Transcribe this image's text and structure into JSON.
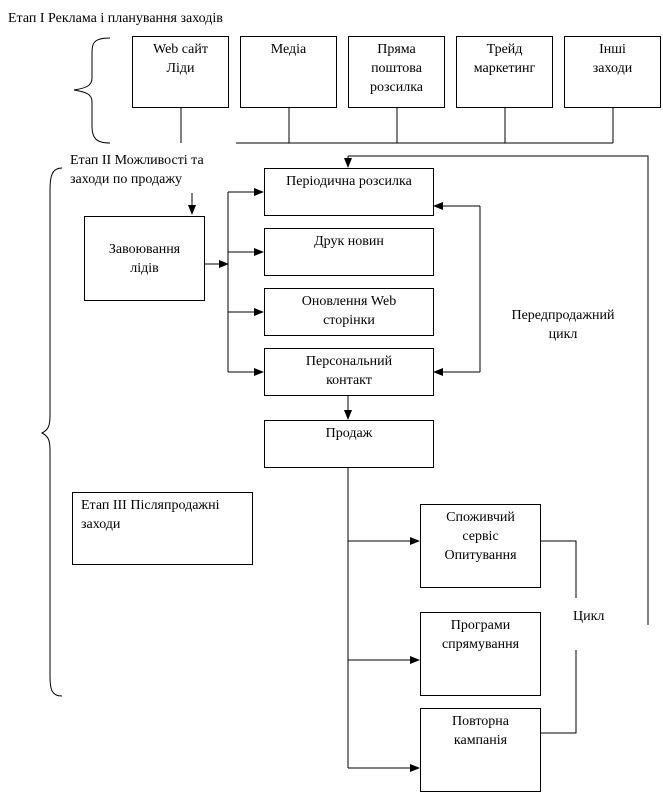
{
  "stage1": {
    "title": "Етап I Реклама і планування заходів",
    "boxes": [
      [
        "Web сайт",
        "Ліди"
      ],
      [
        "Медіа"
      ],
      [
        "Пряма",
        "поштова",
        "розсилка"
      ],
      [
        "Трейд",
        "маркетинг"
      ],
      [
        "Інші",
        "заходи"
      ]
    ]
  },
  "stage2": {
    "title": [
      "Етап II Можливості та",
      "заходи по продажу"
    ],
    "lead_box": [
      "Завоювання",
      "лідів"
    ],
    "activities": [
      [
        "Періодична розсилка"
      ],
      [
        "Друк новин"
      ],
      [
        "Оновлення Web",
        "сторінки"
      ],
      [
        "Персональний",
        "контакт"
      ]
    ],
    "sale": "Продаж",
    "cycle_label": [
      "Передпродажний",
      "цикл"
    ]
  },
  "stage3": {
    "title": [
      "Етап III Післяпродажні",
      "заходи"
    ],
    "boxes": [
      [
        "Споживчий",
        "сервіс",
        "Опитування"
      ],
      [
        "Програми",
        "спрямування"
      ],
      [
        "Повторна",
        "кампанія"
      ]
    ],
    "cycle_label": "Цикл"
  }
}
